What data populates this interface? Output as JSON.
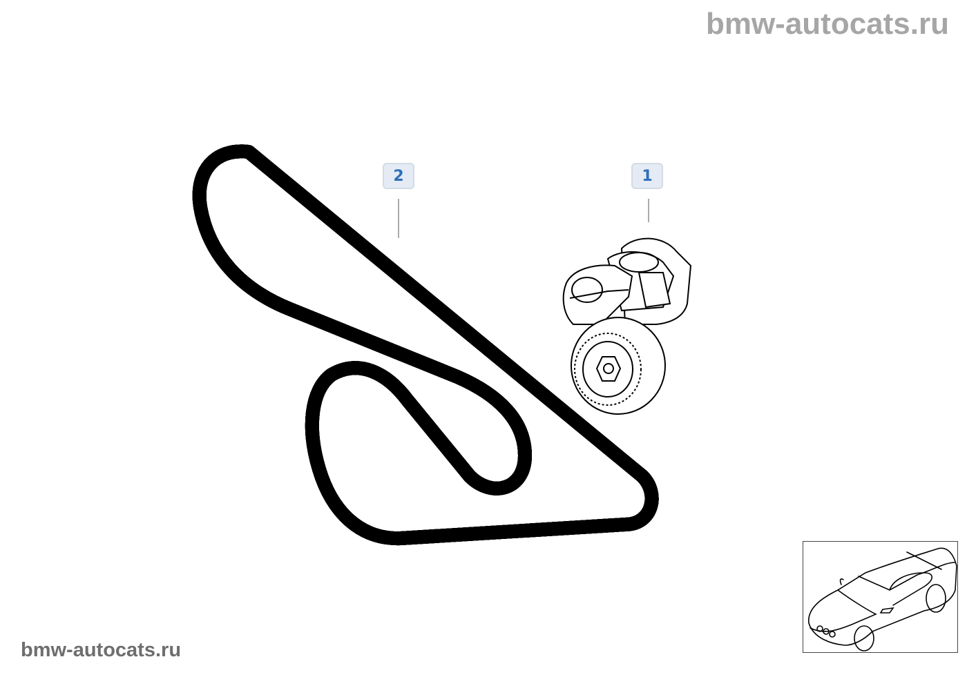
{
  "watermark_top": "bmw-autocats.ru",
  "watermark_bottom": "bmw-autocats.ru",
  "callouts": [
    {
      "label": "2",
      "part": "ribbed-v-belt"
    },
    {
      "label": "1",
      "part": "belt-tensioner"
    }
  ],
  "colors": {
    "callout_text": "#2f6fb8",
    "callout_bg": "#e4ebf4",
    "watermark": "#a6a6a6"
  }
}
